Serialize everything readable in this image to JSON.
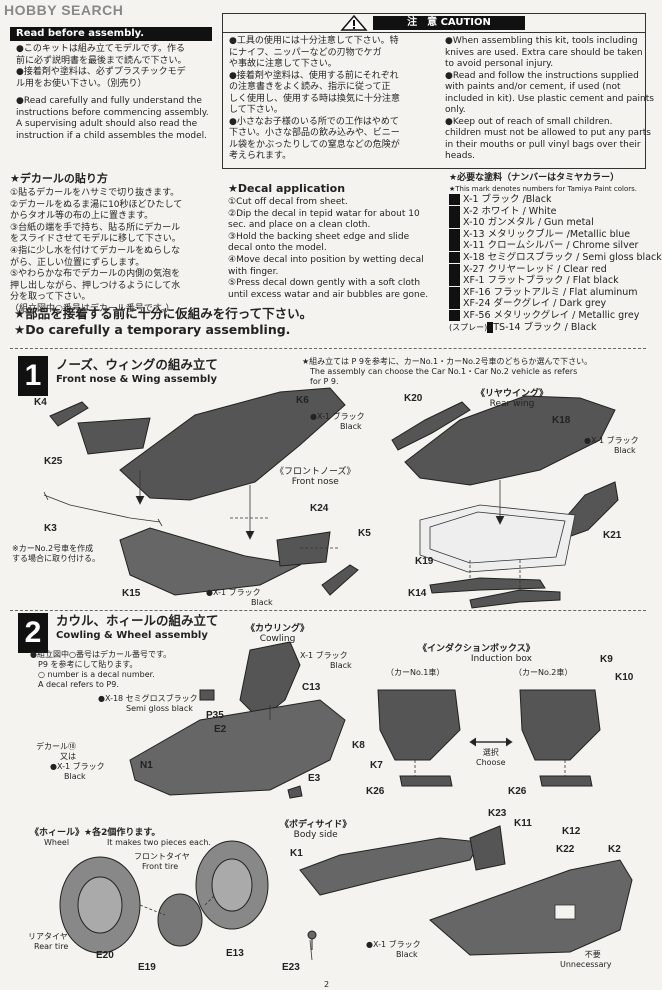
{
  "header": {
    "watermark": "HOBBY SEARCH",
    "top_left_banner": "Read before assembly.",
    "caution_title": "注　意 CAUTION"
  },
  "intro": {
    "jp_lines": [
      "●このキットは組み立てモデルです。作る",
      "前に必ず説明書を最後まで読んで下さい。",
      "●接着剤や塗料は、必ずプラスチックモデ",
      "ル用をお使い下さい。（別売り）"
    ],
    "en_lines": [
      "●Read carefully and fully understand the",
      "instructions before commencing assembly.",
      "A supervising adult should also read the",
      "instruction if a child assembles the model."
    ]
  },
  "caution": {
    "jp_lines": [
      "●工具の使用には十分注意して下さい。特",
      "にナイフ、ニッパーなどの刃物でケガ",
      "や事故に注意して下さい。",
      "●接着剤や塗料は、使用する前にそれぞれ",
      "の注意書きをよく読み、指示に従って正",
      "しく使用し、使用する時は換気に十分注意",
      "して下さい。",
      "●小さなお子様のいる所での工作はやめて",
      "下さい。小さな部品の飲み込みや、ビニー",
      "ル袋をかぶったりしての窒息などの危険が",
      "考えられます。"
    ],
    "en_lines": [
      "●When assembling this kit, tools including",
      "knives are used. Extra care should be taken",
      "to avoid personal injury.",
      "●Read and follow the instructions supplied",
      "with paints and/or cement, if used (not",
      "included in kit). Use plastic cement and paints",
      "only.",
      "●Keep out of reach of small children.",
      "children must not be allowed to put any parts",
      "in their mouths or pull vinyl bags over their",
      "heads."
    ]
  },
  "decal_jp": {
    "title": "★デカールの貼り方",
    "lines": [
      "①貼るデカールをハサミで切り抜きます。",
      "②デカールをぬるま湯に10秒ほどひたして",
      "からタオル等の布の上に置きます。",
      "③台紙の端を手で持ち、貼る所にデカール",
      "をスライドさせてモデルに移して下さい。",
      "④指に少し水を付けてデカールをぬらしな",
      "がら、正しい位置にずらします。",
      "⑤やわらかな布でデカールの内側の気泡を",
      "押し出しながら、押しつけるようにして水",
      "分を取って下さい。",
      "（組立図中○番号はデカール番号です。）"
    ]
  },
  "decal_en": {
    "title": "★Decal application",
    "lines": [
      "①Cut off decal from sheet.",
      "②Dip the decal in tepid watar for about 10",
      "sec. and place on a clean cloth.",
      "③Hold the backing sheet edge and slide",
      "decal onto the model.",
      "④Move decal into position by wetting decal",
      "with finger.",
      "⑤Press decal down gently with a soft cloth",
      "until excess watar and air bubbles are gone."
    ]
  },
  "paints": {
    "title": "★必要な塗料（ナンバーはタミヤカラー）",
    "subtitle": "★This mark denotes numbers for Tamiya Paint colors.",
    "items": [
      "X-1  ブラック /Black",
      "X-2  ホワイト / White",
      "X-10 ガンメタル / Gun metal",
      "X-13 メタリックブルー /Metallic blue",
      "X-11 クロームシルバー / Chrome silver",
      "X-18 セミグロスブラック / Semi gloss black",
      "X-27 クリヤーレッド / Clear red",
      "XF-1 フラットブラック / Flat black",
      "XF-16 フラットアルミ / Flat aluminum",
      "XF-24 ダークグレイ / Dark grey",
      "XF-56 メタリックグレイ / Metallic grey"
    ],
    "spray_prefix": "(スプレー)",
    "spray": "TS-14 ブラック / Black"
  },
  "assemble_note": {
    "jp": "★部品を接着する前に十分に仮組みを行って下さい。",
    "en": "★Do carefully a temporary assembling."
  },
  "step1": {
    "num": "1",
    "title_jp": "ノーズ、ウィングの組み立て",
    "title_en": "Front nose & Wing assembly",
    "note_jp": "★組み立ては P 9を参考に、カーNo.1・カーNo.2号車のどちらか選んで下さい。",
    "note_en1": "The assembly can choose the Car No.1・Car No.2 vehicle as refers",
    "note_en2": "for P 9.",
    "labels": {
      "k4": "K4",
      "k6": "K6",
      "k25": "K25",
      "k3": "K3",
      "k15": "K15",
      "k24": "K24",
      "k5": "K5",
      "k20": "K20",
      "k18": "K18",
      "k19": "K19",
      "k21": "K21",
      "k14": "K14"
    },
    "paint_black_1": "●X-1 ブラック",
    "black_1": "Black",
    "paint_black_2": "●X-1 ブラック",
    "black_2": "Black",
    "paint_black_3": "●X-1 ブラック",
    "black_3": "Black",
    "front_nose_jp": "《フロントノーズ》",
    "front_nose_en": "Front nose",
    "rear_wing_jp": "《リヤウイング》",
    "rear_wing_en": "Rear wing",
    "car2_note1": "※カーNo.2号車を作成",
    "car2_note2": "する場合に取り付ける。"
  },
  "step2": {
    "num": "2",
    "title_jp": "カウル、ホィールの組み立て",
    "title_en": "Cowling & Wheel assembly",
    "note_jp1": "●組立図中○番号はデカール番号です。",
    "note_jp2": "P9 を参考にして貼ります。",
    "note_en1": "○ number is a decal number.",
    "note_en2": "A decal refers to P9.",
    "cowling_jp": "《カウリング》",
    "cowling_en": "Cowling",
    "paint_black": "X-1 ブラック",
    "black": "Black",
    "paint_semi": "●X-18 セミグロスブラック",
    "semi_en": "Semi gloss black",
    "decal_jp": "デカール⑱",
    "or": "又は",
    "paint_black_b": "●X-1 ブラック",
    "black_b": "Black",
    "induction_jp": "《インダクションボックス》",
    "induction_en": "Induction box",
    "car1": "（カーNo.1車）",
    "car2": "（カーNo.2車）",
    "choose_jp": "選択",
    "choose_en": "Choose",
    "wheel_jp": "《ホィール》★各2個作ります。",
    "wheel_en1": "Wheel",
    "wheel_en2": "It makes two pieces each.",
    "front_tire_jp": "フロントタイヤ",
    "front_tire_en": "Front tire",
    "rear_tire_jp": "リアタイヤ",
    "rear_tire_en": "Rear tire",
    "bodyside_jp": "《ボディサイド》",
    "bodyside_en": "Body side",
    "paint_black_c": "●X-1 ブラック",
    "black_c": "Black",
    "unnecessary_jp": "不要",
    "unnecessary_en": "Unnecessary",
    "labels": {
      "c13": "C13",
      "p35": "P35",
      "e2": "E2",
      "n1": "N1",
      "e3": "E3",
      "k8": "K8",
      "k7": "K7",
      "k26a": "K26",
      "k9": "K9",
      "k10": "K10",
      "k26b": "K26",
      "k23": "K23",
      "k11": "K11",
      "k12": "K12",
      "k22": "K22",
      "k2": "K2",
      "k1": "K1",
      "e20": "E20",
      "e19": "E19",
      "e13": "E13",
      "e23": "E23"
    }
  },
  "page_number": "2"
}
